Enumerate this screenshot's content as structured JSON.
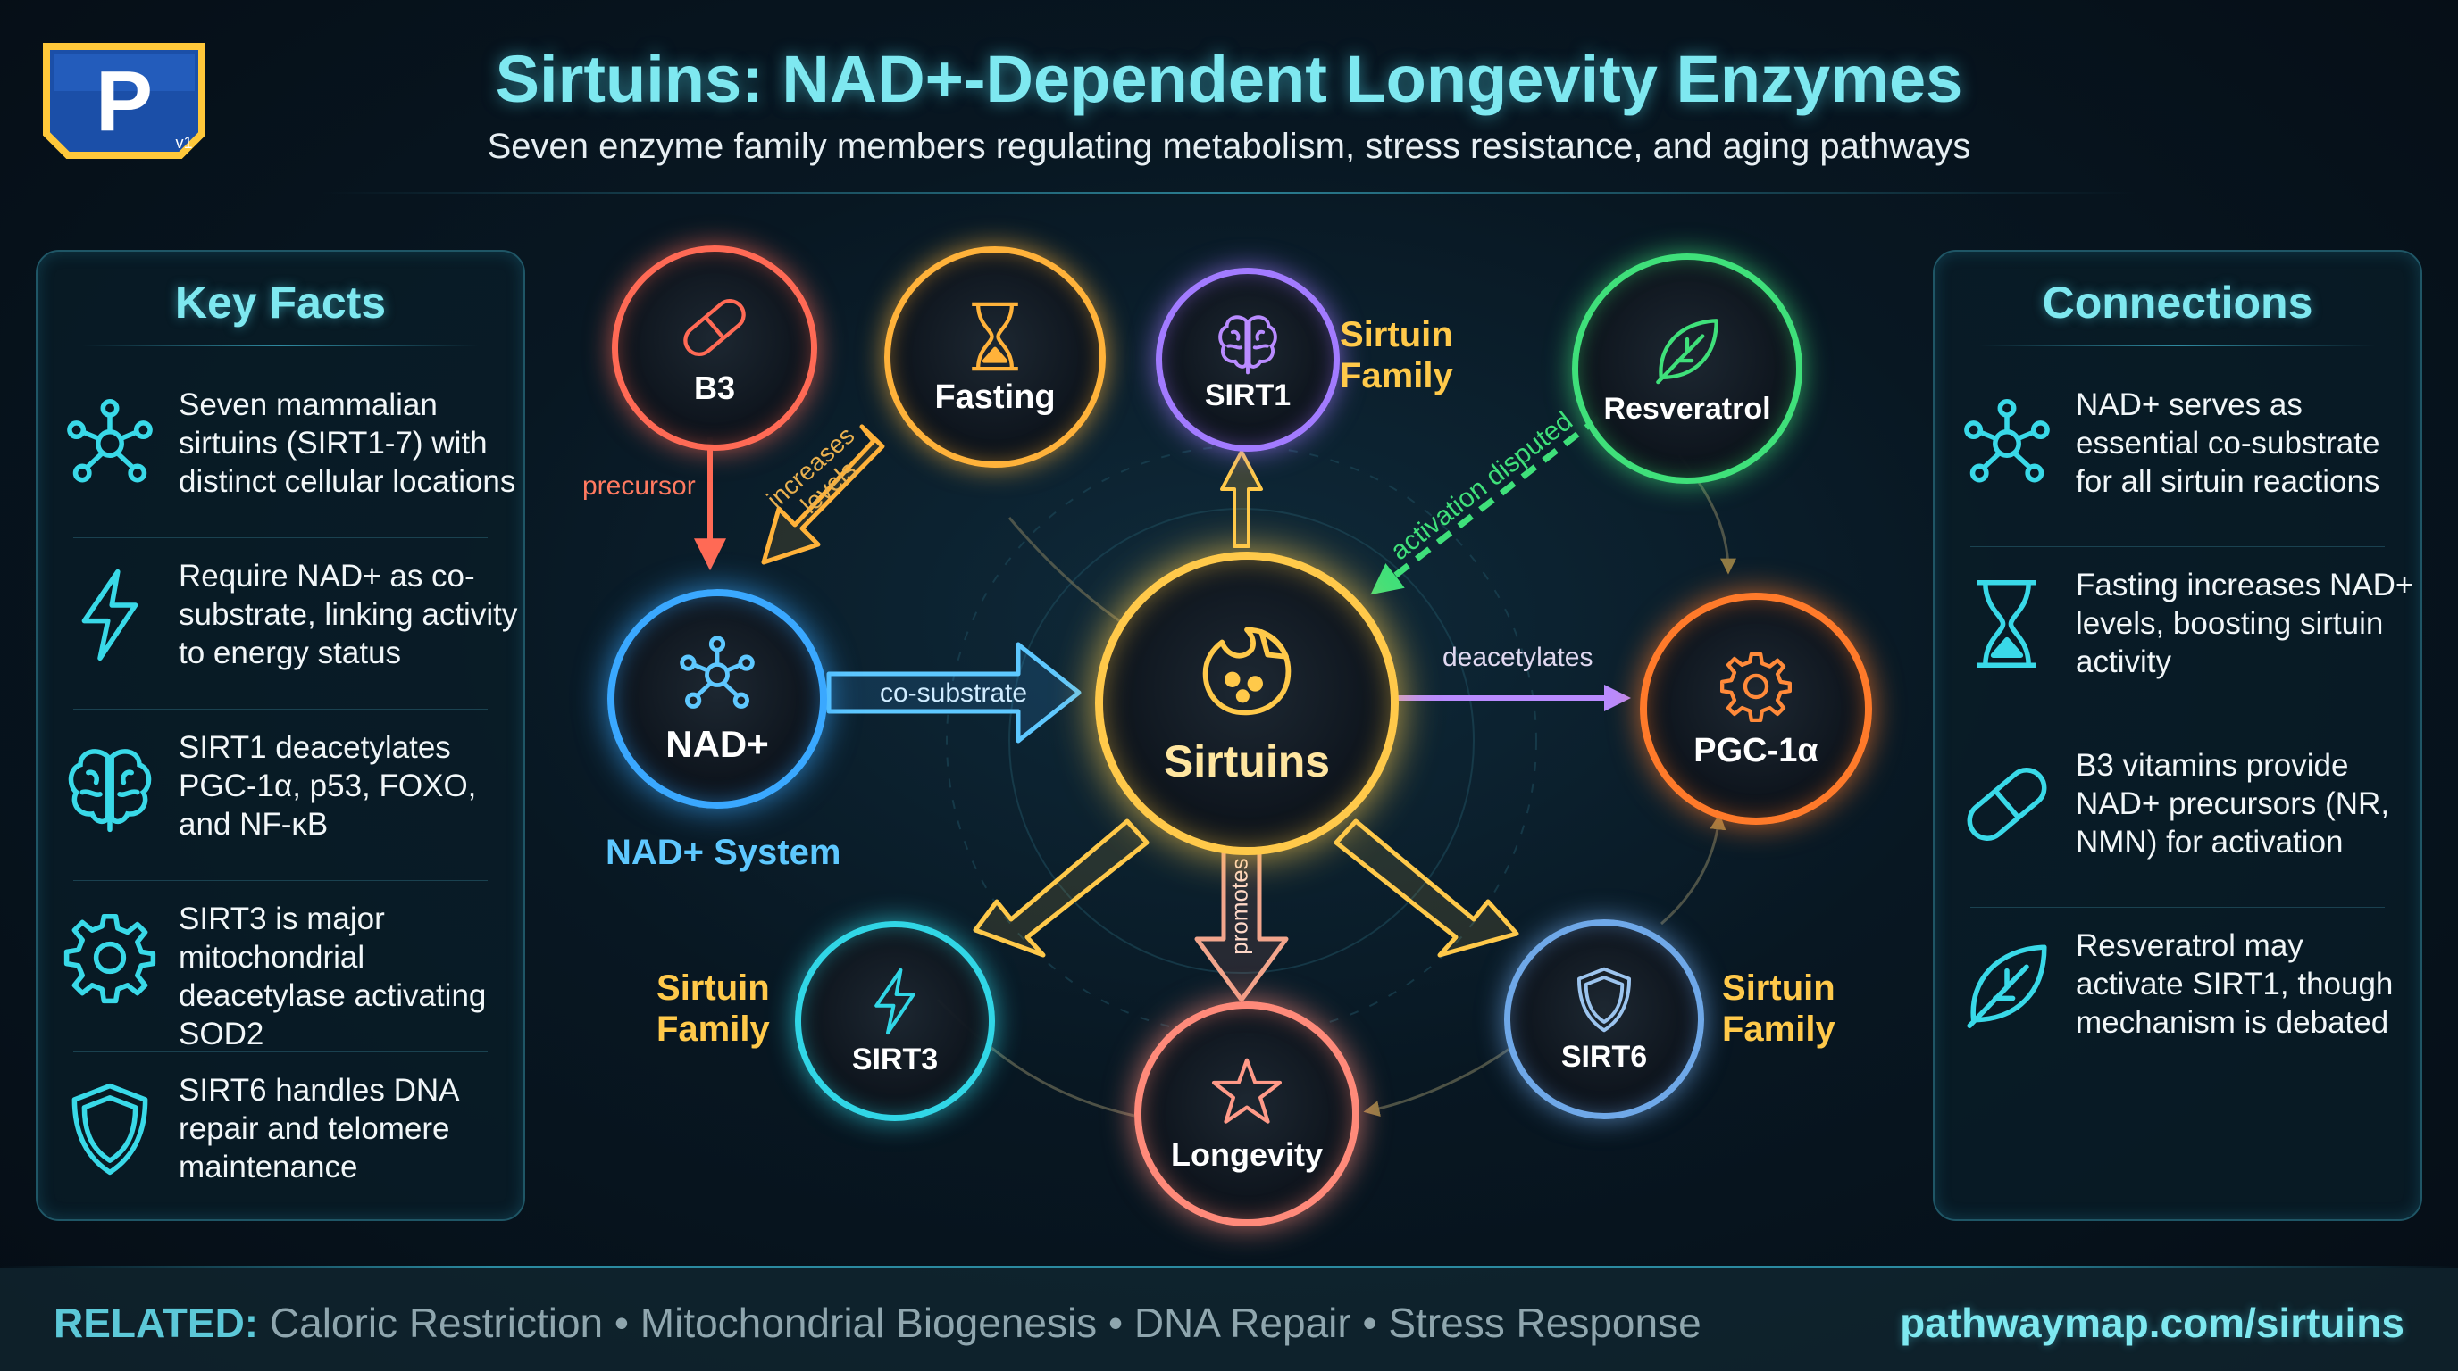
{
  "header": {
    "logo_letter": "P",
    "logo_version": "v1",
    "title": "Sirtuins: NAD+-Dependent Longevity Enzymes",
    "subtitle": "Seven enzyme family members regulating metabolism, stress resistance, and aging pathways"
  },
  "left_panel": {
    "title": "Key Facts",
    "items": [
      {
        "icon": "network-icon",
        "text": "Seven mammalian sirtuins (SIRT1-7) with distinct cellular locations"
      },
      {
        "icon": "lightning-icon",
        "text": "Require NAD+ as co-substrate, linking activity to energy status"
      },
      {
        "icon": "brain-icon",
        "text": "SIRT1 deacetylates PGC-1α, p53, FOXO, and NF-κB"
      },
      {
        "icon": "gear-icon",
        "text": "SIRT3 is major mitochondrial deacetylase activating SOD2"
      },
      {
        "icon": "shield-icon",
        "text": "SIRT6 handles DNA repair and telomere maintenance"
      }
    ]
  },
  "right_panel": {
    "title": "Connections",
    "items": [
      {
        "icon": "network-icon",
        "text": "NAD+ serves as essential co-substrate for all sirtuin reactions"
      },
      {
        "icon": "hourglass-icon",
        "text": "Fasting increases NAD+ levels, boosting sirtuin activity"
      },
      {
        "icon": "pill-icon",
        "text": "B3 vitamins provide NAD+ precursors (NR, NMN) for activation"
      },
      {
        "icon": "leaf-icon",
        "text": "Resveratrol may activate SIRT1, though mechanism is debated"
      }
    ]
  },
  "diagram": {
    "nodes": {
      "b3": {
        "label": "B3",
        "icon": "pill-icon",
        "color": "#ff6a55"
      },
      "fasting": {
        "label": "Fasting",
        "icon": "hourglass-icon",
        "color": "#ffb23a"
      },
      "sirt1": {
        "label": "SIRT1",
        "icon": "brain-icon",
        "color": "#a27bff"
      },
      "resveratrol": {
        "label": "Resveratrol",
        "icon": "leaf-icon",
        "color": "#3fe07a"
      },
      "nad": {
        "label": "NAD+",
        "icon": "network-icon",
        "color": "#3aa8ff"
      },
      "sirtuins": {
        "label": "Sirtuins",
        "icon": "enzyme-icon",
        "color": "#ffc94a"
      },
      "pgc": {
        "label": "PGC-1α",
        "icon": "gear-icon",
        "color": "#ff7a2a"
      },
      "sirt3": {
        "label": "SIRT3",
        "icon": "lightning-icon",
        "color": "#31d6e6"
      },
      "longevity": {
        "label": "Longevity",
        "icon": "star-icon",
        "color": "#ff8a7a"
      },
      "sirt6": {
        "label": "SIRT6",
        "icon": "shield-icon",
        "color": "#6fa8e8"
      }
    },
    "side_labels": {
      "sirt1_family": "Sirtuin\nFamily",
      "sirt3_family": "Sirtuin\nFamily",
      "sirt6_family": "Sirtuin\nFamily",
      "nad_system": "NAD+ System"
    },
    "edge_labels": {
      "precursor": "precursor",
      "increases_levels": "increases\nlevels",
      "activation_disputed": "activation disputed",
      "co_substrate": "co-substrate",
      "deacetylates": "deacetylates",
      "promotes": "promotes"
    }
  },
  "footer": {
    "related_label": "RELATED:",
    "related_items": "Caloric Restriction • Mitochondrial Biogenesis • DNA Repair • Stress Response",
    "site": "pathwaymap.com/sirtuins"
  }
}
